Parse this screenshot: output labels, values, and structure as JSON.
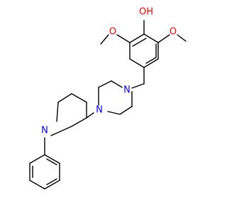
{
  "molecule": {
    "atoms": {
      "hydroxyl": {
        "text": "OH",
        "color": "#ff0000"
      },
      "methoxy_left_o": {
        "text": "O",
        "color": "#ff0000"
      },
      "methoxy_right_o": {
        "text": "O",
        "color": "#ff0000"
      },
      "piperazine_n_top": {
        "text": "N",
        "color": "#0000ff"
      },
      "piperazine_n_bottom": {
        "text": "N",
        "color": "#0000ff"
      },
      "piperidine_n": {
        "text": "N",
        "color": "#0000ff"
      }
    }
  }
}
